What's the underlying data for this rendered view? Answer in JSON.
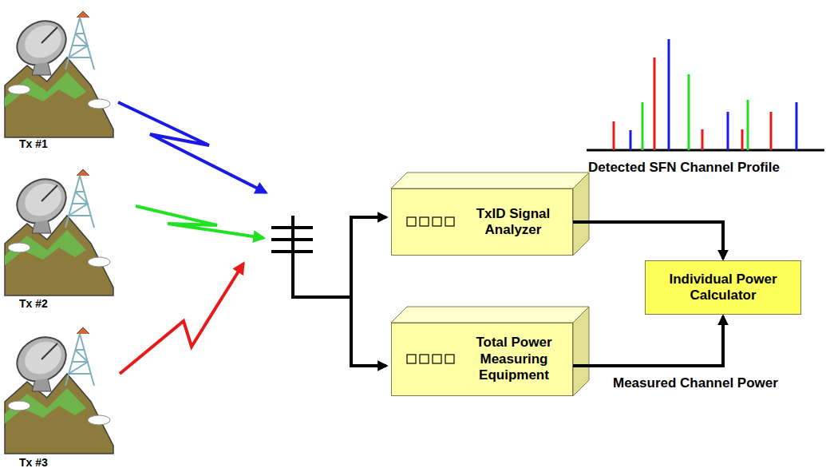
{
  "diagram": {
    "nodes": [
      {
        "text": [
          "TxID Signal Analyzer"
        ]
      },
      {
        "text": [
          "Total Power Measuring Equipment"
        ]
      },
      {
        "text": [
          "Individual Power Calculator"
        ]
      }
    ],
    "edges": [
      {
        "from": 0,
        "to": 2,
        "arrow": "to"
      },
      {
        "from": 1,
        "to": 2,
        "arrow": "to",
        "label": "Measured Channel Power"
      }
    ],
    "labels": [
      "Tx #1",
      "Tx #2",
      "Tx #3",
      "Detected SFN Channel Profile"
    ]
  }
}
